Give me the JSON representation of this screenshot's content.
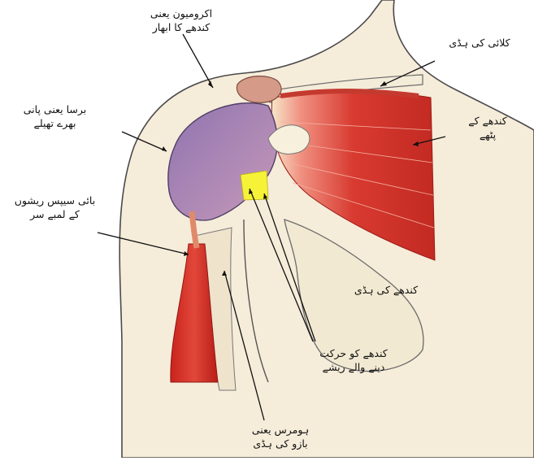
{
  "labels": {
    "acromion": [
      "اکرومیون یعنی",
      "کندھے کا ابھار"
    ],
    "clavicle": [
      "کلائی کی ہڈی"
    ],
    "bursa": [
      "برسا یعنی پانی",
      "بھرے تھیلے"
    ],
    "deltoid": [
      "کندھے کے",
      "پٹھے"
    ],
    "biceps_tendon": [
      "بائی سیپس ریشوں",
      "کے لمبے سر"
    ],
    "scapula": [
      "کندھے کی ہڈی"
    ],
    "rotator_cuff": [
      "کندھے کو حرکت",
      "دینے والے ریشے"
    ],
    "humerus": [
      "ہومرس یعنی",
      "بازو کی ہڈی"
    ]
  },
  "colors": {
    "skin_outline": "#444444",
    "bone": "#f3ecd9",
    "muscle": "#d8342c",
    "bursa": "#9a7fb5",
    "tendon_highlight": "#f4f23a",
    "leader_line": "#111111"
  }
}
